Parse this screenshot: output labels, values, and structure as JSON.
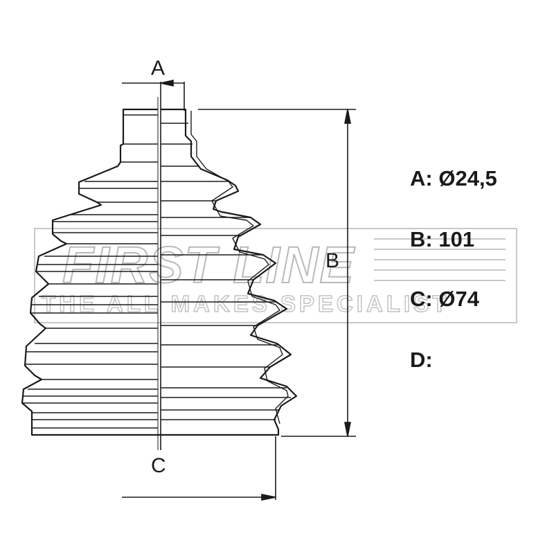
{
  "diagram": {
    "dimension_labels": {
      "a": "A",
      "b": "B",
      "c": "C"
    },
    "specs": [
      {
        "label": "A:",
        "value": "Ø24,5"
      },
      {
        "label": "B:",
        "value": "101"
      },
      {
        "label": "C:",
        "value": "Ø74"
      },
      {
        "label": "D:",
        "value": ""
      }
    ],
    "watermark": {
      "brand": "FIRST LINE",
      "tagline": "THE ALL MAKES SPECIALIST"
    },
    "colors": {
      "line": "#1a1a1a",
      "watermark": "#b9b9b9"
    }
  }
}
